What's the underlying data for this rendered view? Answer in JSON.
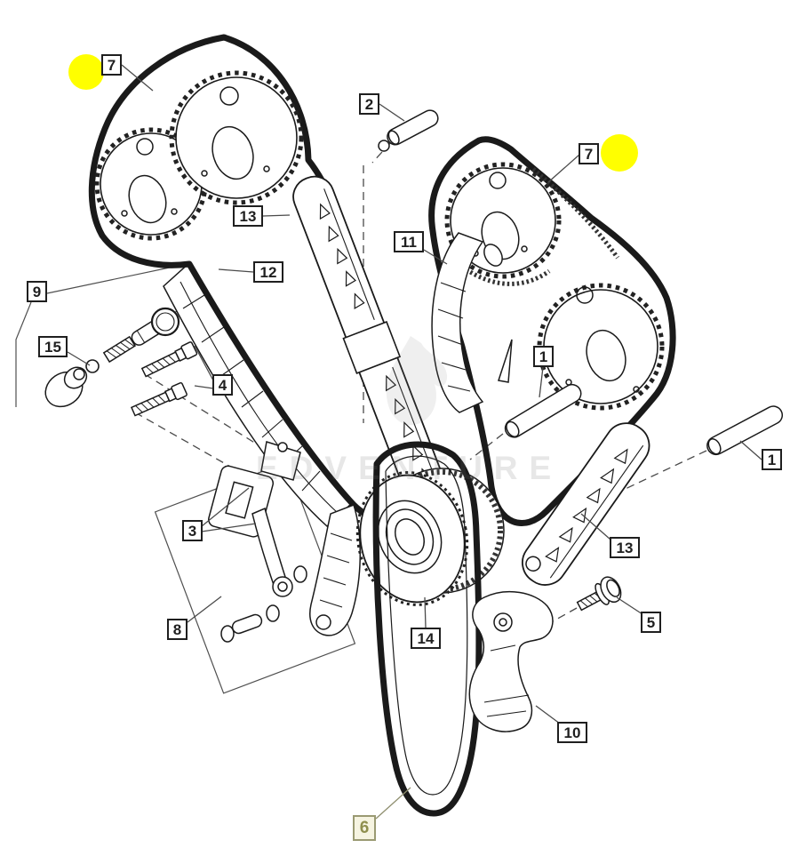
{
  "diagram": {
    "title": "timing-chain-exploded-parts-diagram",
    "watermark": {
      "text": "EDVENTURE"
    },
    "colors": {
      "highlight": "#ffff00",
      "line": "#1a1a1a",
      "selected_label_text": "#8f8f4e"
    },
    "labels": {
      "c7a": "7",
      "c2": "2",
      "c7b": "7",
      "c13a": "13",
      "c11": "11",
      "c12": "12",
      "c9": "9",
      "c15": "15",
      "c4": "4",
      "c1a": "1",
      "c1b": "1",
      "c3": "3",
      "c13b": "13",
      "c8": "8",
      "c14": "14",
      "c5": "5",
      "c10": "10",
      "c6": "6"
    }
  }
}
